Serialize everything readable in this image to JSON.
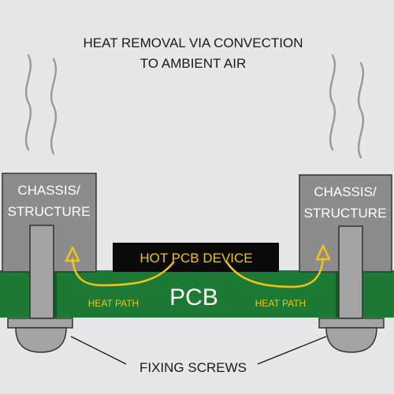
{
  "title": {
    "line1": "HEAT REMOVAL VIA CONVECTION",
    "line2": "TO AMBIENT AIR"
  },
  "chassis": {
    "left": {
      "line1": "CHASSIS/",
      "line2": "STRUCTURE"
    },
    "right": {
      "line1": "CHASSIS/",
      "line2": "STRUCTURE"
    }
  },
  "device": {
    "label": "HOT PCB DEVICE"
  },
  "pcb": {
    "label": "PCB"
  },
  "heat_path": {
    "left_label": "HEAT PATH",
    "right_label": "HEAT PATH"
  },
  "screws": {
    "label": "FIXING SCREWS"
  },
  "colors": {
    "background": "#e6e7e8",
    "pcb_green": "#1d7a34",
    "pcb_dark": "#0f5a22",
    "chassis_fill": "#8c8c8c",
    "screw_fill": "#a3a3a3",
    "outline": "#333333",
    "device_fill": "#0a0a0a",
    "heat_yellow": "#f0c418",
    "text_dark": "#1a1a1a",
    "text_light": "#ffffff"
  },
  "icons": {
    "convection": "heat-wave-icon",
    "heat_arrow": "heat-path-arrow-icon",
    "screw": "screw-icon"
  }
}
